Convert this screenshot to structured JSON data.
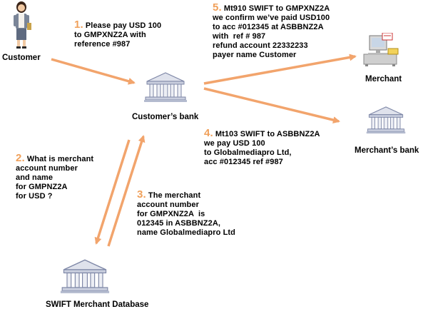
{
  "colors": {
    "arrow": "#f2a46c",
    "step_number": "#f0a05a",
    "building": "#7d86a6"
  },
  "nodes": {
    "customer": {
      "label": "Customer",
      "icon": "woman-figure-icon"
    },
    "customers_bank": {
      "label": "Customer’s bank",
      "icon": "bank-building-icon"
    },
    "merchant": {
      "label": "Merchant",
      "icon": "computer-desk-icon"
    },
    "merchants_bank": {
      "label": "Merchant’s bank",
      "icon": "bank-building-icon"
    },
    "swift_db": {
      "label": "SWIFT Merchant Database",
      "icon": "bank-building-icon"
    }
  },
  "steps": [
    {
      "number": "1.",
      "text": " Please pay USD 100\nto GMPXNZ2A with\nreference #987"
    },
    {
      "number": "2.",
      "text": " What is merchant\naccount number\nand name\nfor GMPNZ2A\nfor USD ?"
    },
    {
      "number": "3.",
      "text": " The merchant\naccount number\nfor GMPXNZ2A  is\n012345 in ASBBNZ2A,\nname Globalmediapro Ltd"
    },
    {
      "number": "4.",
      "text": " Mt103 SWIFT to ASBBNZ2A\nwe pay USD 100\nto Globalmediapro Ltd,\nacc #012345 ref #987"
    },
    {
      "number": "5.",
      "text": " Mt910 SWIFT to GMPXNZ2A\nwe confirm we’ve paid USD100\nto acc #012345 at ASBBNZ2A\nwith  ref # 987\nrefund account 22332233\npayer name Customer"
    }
  ]
}
